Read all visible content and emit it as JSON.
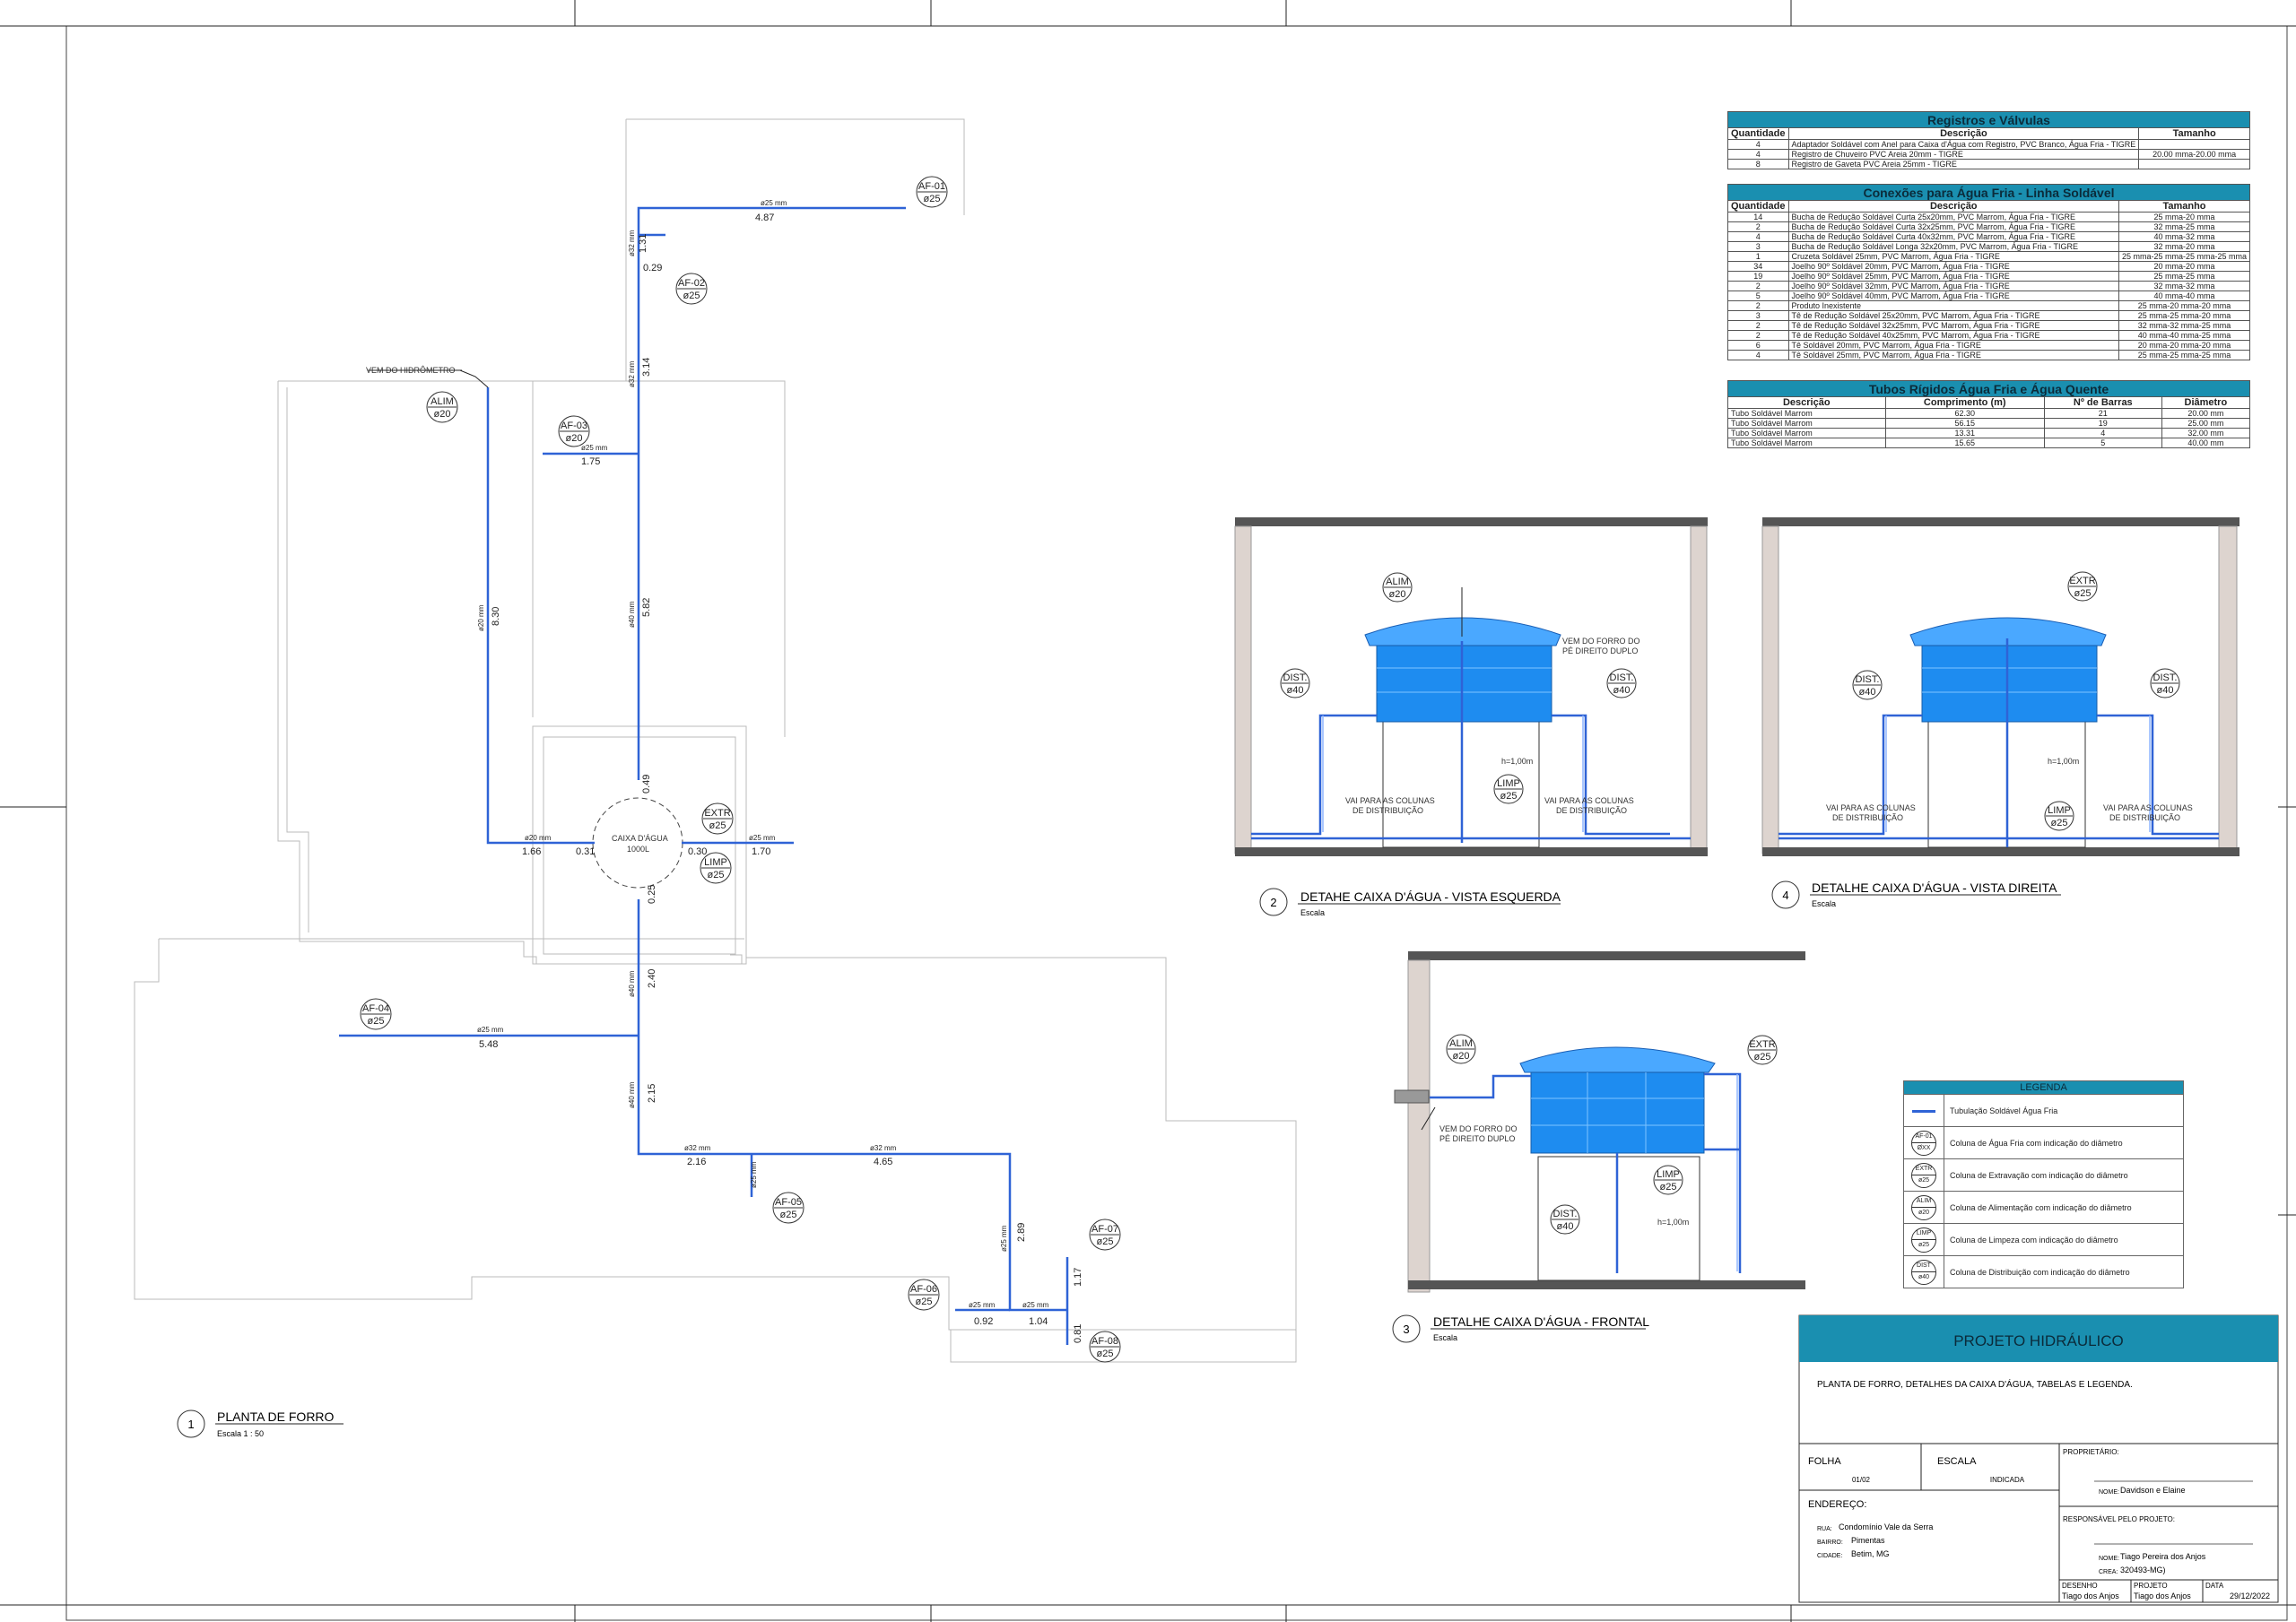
{
  "plan": {
    "title": "PLANTA DE FORRO",
    "scale": "Escala    1 : 50",
    "number": "1",
    "tank_label": "CAIXA D'ÁGUA",
    "tank_capacity": "1000L",
    "hydrometer_note": "VEM DO HIDRÔMETRO",
    "markers": [
      {
        "id": "af01",
        "label": "AF-01",
        "dia": "ø25"
      },
      {
        "id": "af02",
        "label": "AF-02",
        "dia": "ø25"
      },
      {
        "id": "af03",
        "label": "AF-03",
        "dia": "ø20"
      },
      {
        "id": "alim",
        "label": "ALIM",
        "dia": "ø20"
      },
      {
        "id": "extr",
        "label": "EXTR",
        "dia": "ø25"
      },
      {
        "id": "limp",
        "label": "LIMP",
        "dia": "ø25"
      },
      {
        "id": "af04",
        "label": "AF-04",
        "dia": "ø25"
      },
      {
        "id": "af05",
        "label": "AF-05",
        "dia": "ø25"
      },
      {
        "id": "af06",
        "label": "AF-06",
        "dia": "ø25"
      },
      {
        "id": "af07",
        "label": "AF-07",
        "dia": "ø25"
      },
      {
        "id": "af08",
        "label": "AF-08",
        "dia": "ø25"
      }
    ],
    "dims": {
      "d487": "4.87",
      "d131": "1.31",
      "d029": "0.29",
      "d314": "3.14",
      "d175": "1.75",
      "d830": "8.30",
      "d582": "5.82",
      "d049": "0.49",
      "d166": "1.66",
      "d031": "0.31",
      "d030": "0.30",
      "d170": "1.70",
      "d025": "0.25",
      "d240": "2.40",
      "d548": "5.48",
      "d215": "2.15",
      "d216": "2.16",
      "d465": "4.65",
      "d289": "2.89",
      "d117": "1.17",
      "d092": "0.92",
      "d104": "1.04",
      "d081": "0.81"
    },
    "pipes": {
      "p25": "ø25 mm",
      "p32": "ø32 mm",
      "p20": "ø20 mm",
      "p40": "ø40 mm"
    }
  },
  "details": {
    "d2": {
      "number": "2",
      "title": "DETAHE CAIXA D'ÁGUA - VISTA ESQUERDA",
      "scale": "Escala"
    },
    "d4": {
      "number": "4",
      "title": "DETALHE CAIXA D'ÁGUA - VISTA DIREITA",
      "scale": "Escala"
    },
    "d3": {
      "number": "3",
      "title": "DETALHE CAIXA D'ÁGUA - FRONTAL",
      "scale": "Escala"
    },
    "notes": {
      "forro": "VEM DO FORRO DO",
      "forro2": "PÉ DIREITO DUPLO",
      "vai": "VAI PARA AS COLUNAS",
      "vai2": "DE DISTRIBUIÇÃO",
      "h": "h=1,00m"
    },
    "tags": {
      "alim": "ALIM",
      "alim_d": "ø20",
      "dist": "DIST.",
      "dist_d": "ø40",
      "extr": "EXTR",
      "extr_d": "ø25",
      "limp": "LIMP",
      "limp_d": "ø25"
    }
  },
  "tables": {
    "registros": {
      "title": "Registros e Válvulas",
      "headers": [
        "Quantidade",
        "Descrição",
        "Tamanho"
      ],
      "rows": [
        [
          "4",
          "Adaptador Soldável com Anel para Caixa d'Água com Registro, PVC Branco, Água Fria - TIGRE",
          ""
        ],
        [
          "4",
          "Registro de Chuveiro PVC Areia 20mm - TIGRE",
          "20.00 mma-20.00 mma"
        ],
        [
          "8",
          "Registro de Gaveta PVC Areia 25mm - TIGRE",
          ""
        ]
      ]
    },
    "conexoes": {
      "title": "Conexões para Água Fria - Linha Soldável",
      "headers": [
        "Quantidade",
        "Descrição",
        "Tamanho"
      ],
      "rows": [
        [
          "14",
          "Bucha de Redução Soldável Curta 25x20mm, PVC Marrom, Água Fria - TIGRE",
          "25 mma-20 mma"
        ],
        [
          "2",
          "Bucha de Redução Soldável Curta 32x25mm, PVC Marrom, Água Fria - TIGRE",
          "32 mma-25 mma"
        ],
        [
          "4",
          "Bucha de Redução Soldável Curta 40x32mm, PVC Marrom, Água Fria - TIGRE",
          "40 mma-32 mma"
        ],
        [
          "3",
          "Bucha de Redução Soldável Longa 32x20mm, PVC Marrom, Água Fria - TIGRE",
          "32 mma-20 mma"
        ],
        [
          "1",
          "Cruzeta Soldável 25mm, PVC Marrom, Água Fria - TIGRE",
          "25 mma-25 mma-25 mma-25 mma"
        ],
        [
          "34",
          "Joelho 90º Soldável 20mm, PVC Marrom, Água Fria - TIGRE",
          "20 mma-20 mma"
        ],
        [
          "19",
          "Joelho 90º Soldável 25mm, PVC Marrom, Água Fria - TIGRE",
          "25 mma-25 mma"
        ],
        [
          "2",
          "Joelho 90º Soldável 32mm, PVC Marrom, Água Fria - TIGRE",
          "32 mma-32 mma"
        ],
        [
          "5",
          "Joelho 90º Soldável 40mm, PVC Marrom, Água Fria - TIGRE",
          "40 mma-40 mma"
        ],
        [
          "2",
          "Produto Inexistente",
          "25 mma-20 mma-20 mma"
        ],
        [
          "3",
          "Tê de Redução Soldável 25x20mm, PVC Marrom, Água Fria - TIGRE",
          "25 mma-25 mma-20 mma"
        ],
        [
          "2",
          "Tê de Redução Soldável 32x25mm, PVC Marrom, Água Fria - TIGRE",
          "32 mma-32 mma-25 mma"
        ],
        [
          "2",
          "Tê de Redução Soldável 40x25mm, PVC Marrom, Água Fria - TIGRE",
          "40 mma-40 mma-25 mma"
        ],
        [
          "6",
          "Tê Soldável 20mm, PVC Marrom, Água Fria - TIGRE",
          "20 mma-20 mma-20 mma"
        ],
        [
          "4",
          "Tê Soldável 25mm, PVC Marrom, Água Fria - TIGRE",
          "25 mma-25 mma-25 mma"
        ]
      ]
    },
    "tubos": {
      "title": "Tubos Rígidos Água Fria e Água Quente",
      "headers": [
        "Descrição",
        "Comprimento (m)",
        "Nº de Barras",
        "Diâmetro"
      ],
      "rows": [
        [
          "Tubo Soldável Marrom",
          "62.30",
          "21",
          "20.00 mm"
        ],
        [
          "Tubo Soldável Marrom",
          "56.15",
          "19",
          "25.00 mm"
        ],
        [
          "Tubo Soldável Marrom",
          "13.31",
          "4",
          "32.00 mm"
        ],
        [
          "Tubo Soldável Marrom",
          "15.65",
          "5",
          "40.00 mm"
        ]
      ]
    }
  },
  "legend": {
    "title": "LEGENDA",
    "items": [
      {
        "sym": "",
        "text": "Tubulação  Soldável Água Fria"
      },
      {
        "sym": "AF-01",
        "sym2": "ØXX",
        "text": "Coluna de Água Fria com indicação do diâmetro"
      },
      {
        "sym": "EXTR",
        "sym2": "ø25",
        "text": "Coluna de Extravação com indicação do diâmetro"
      },
      {
        "sym": "ALIM",
        "sym2": "ø20",
        "text": "Coluna de Alimentação com indicação do diâmetro"
      },
      {
        "sym": "LIMP",
        "sym2": "ø25",
        "text": "Coluna de Limpeza com indicação do diâmetro"
      },
      {
        "sym": "DIST",
        "sym2": "ø40",
        "text": "Coluna de Distribuição com indicação do diâmetro"
      }
    ]
  },
  "titleblock": {
    "project": "PROJETO HIDRÁULICO",
    "description": "PLANTA DE FORRO, DETALHES DA CAIXA D'ÁGUA, TABELAS E LEGENDA.",
    "folha_label": "FOLHA",
    "folha_value": "01/02",
    "escala_label": "ESCALA",
    "escala_value": "INDICADA",
    "proprietario_label": "PROPRIETÁRIO:",
    "nome_label": "NOME:",
    "owner": "Davidson e Elaine",
    "endereco_label": "ENDEREÇO:",
    "rua_label": "RUA:",
    "rua": "Condomínio Vale da Serra",
    "bairro_label": "BAIRRO:",
    "bairro": "Pimentas",
    "cidade_label": "CIDADE:",
    "cidade": "Betim, MG",
    "responsavel_label": "RESPONSÁVEL  PELO  PROJETO:",
    "responsavel": "Tiago Pereira dos Anjos",
    "crea_label": "CREA:",
    "crea": "320493-MG)",
    "desenho_label": "DESENHO",
    "desenho": "Tiago dos Anjos",
    "projeto_label": "PROJETO",
    "projeto": "Tiago dos Anjos",
    "data_label": "DATA",
    "data": "29/12/2022"
  },
  "colors": {
    "pipe": "#2f63d6",
    "pipe_light": "#8fb6ff",
    "tank": "#1e8cf0",
    "header": "#1a8fb0",
    "wall": "#ddd4cf"
  }
}
